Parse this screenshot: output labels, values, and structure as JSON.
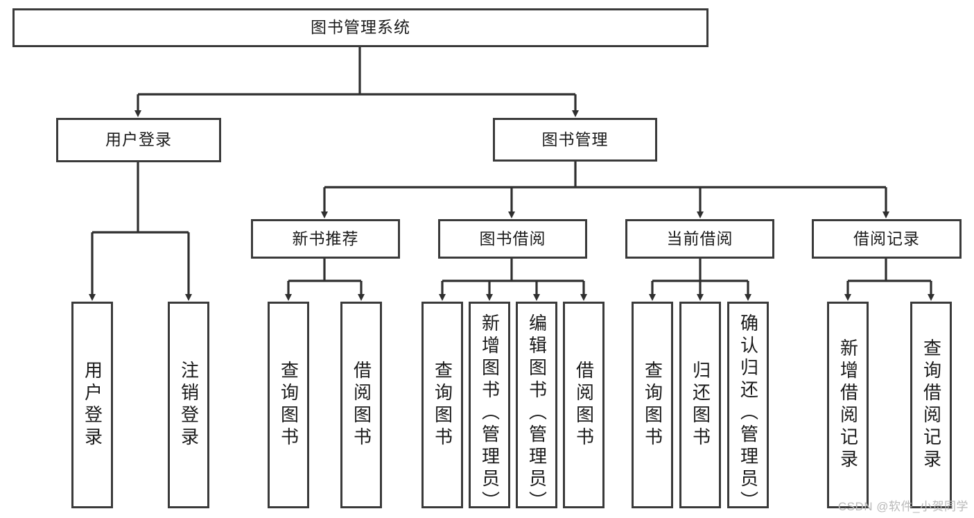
{
  "diagram": {
    "type": "tree",
    "title": "图书管理系统",
    "watermark": "CSDN @软件_小贺同学",
    "colors": {
      "box_stroke": "#3a3a3a",
      "box_fill": "#ffffff",
      "link_stroke": "#2f2f2f",
      "text": "#1a1a1a",
      "watermark": "#b9b9b9"
    },
    "root": {
      "label": "图书管理系统"
    },
    "level2": [
      {
        "label": "用户登录"
      },
      {
        "label": "图书管理"
      }
    ],
    "level3": [
      {
        "label": "新书推荐"
      },
      {
        "label": "图书借阅"
      },
      {
        "label": "当前借阅"
      },
      {
        "label": "借阅记录"
      }
    ],
    "leaves": [
      {
        "label": "用户登录",
        "parent": "用户登录",
        "align": "mid"
      },
      {
        "label": "注销登录",
        "parent": "用户登录",
        "align": "mid"
      },
      {
        "label": "查询图书",
        "parent": "新书推荐",
        "align": "mid"
      },
      {
        "label": "借阅图书",
        "parent": "新书推荐",
        "align": "mid"
      },
      {
        "label": "查询图书",
        "parent": "图书借阅",
        "align": "mid"
      },
      {
        "label": "新增图书（管理员）",
        "parent": "图书借阅",
        "align": "top"
      },
      {
        "label": "编辑图书（管理员）",
        "parent": "图书借阅",
        "align": "top"
      },
      {
        "label": "借阅图书",
        "parent": "图书借阅",
        "align": "mid"
      },
      {
        "label": "查询图书",
        "parent": "当前借阅",
        "align": "mid"
      },
      {
        "label": "归还图书",
        "parent": "当前借阅",
        "align": "mid"
      },
      {
        "label": "确认归还（管理员）",
        "parent": "当前借阅",
        "align": "top"
      },
      {
        "label": "新增借阅记录",
        "parent": "借阅记录",
        "align": "mid"
      },
      {
        "label": "查询借阅记录",
        "parent": "借阅记录",
        "align": "mid"
      }
    ]
  }
}
